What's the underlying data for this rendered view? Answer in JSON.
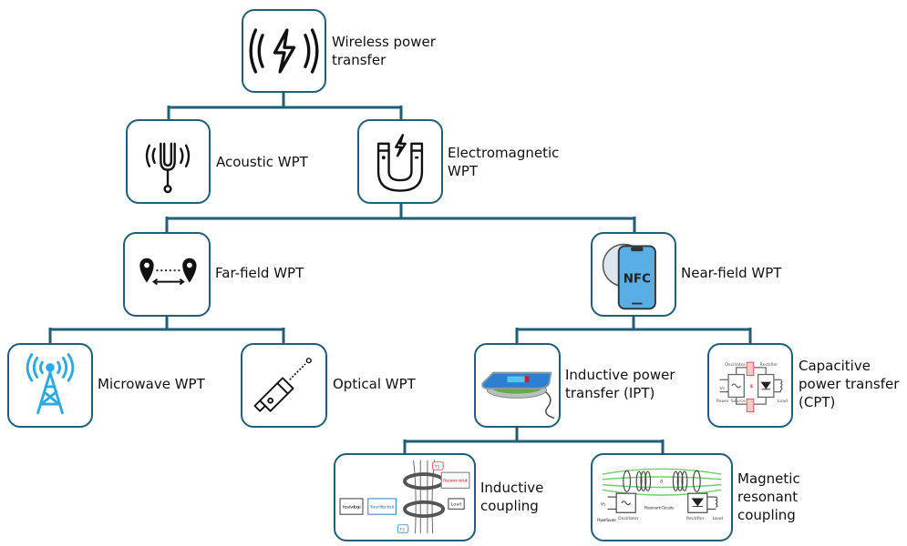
{
  "diagram": {
    "title": "Wireless power transfer taxonomy",
    "line_color": "#1f5f7a",
    "nodes": {
      "wpt": {
        "label": "Wireless power\ntransfer",
        "icon": "wireless-power-icon"
      },
      "acoustic": {
        "label": "Acoustic WPT",
        "icon": "tuning-fork-icon"
      },
      "electromagnetic": {
        "label": "Electromagnetic\nWPT",
        "icon": "magnet-icon"
      },
      "farfield": {
        "label": "Far-field WPT",
        "icon": "location-pins-distance-icon"
      },
      "nearfield": {
        "label": "Near-field WPT",
        "icon": "nfc-phone-icon",
        "icon_text": "NFC"
      },
      "microwave": {
        "label": "Microwave WPT",
        "icon": "antenna-tower-icon"
      },
      "optical": {
        "label": "Optical WPT",
        "icon": "laser-pointer-icon"
      },
      "ipt": {
        "label": "Inductive power\ntransfer (IPT)",
        "icon": "wireless-charging-pad-icon"
      },
      "cpt": {
        "label": "Capacitive\npower transfer\n(CPT)",
        "icon": "capacitive-circuit-icon",
        "icon_labels": {
          "oscillator": "Oscillator",
          "rectifier": "Rectifier",
          "vs": "Vs",
          "source": "Power\nSource",
          "load": "Load",
          "c": "C",
          "e": "E"
        }
      },
      "inductive_coupling": {
        "label": "Inductive\ncoupling",
        "icon": "inductive-coupling-circuit-icon",
        "icon_labels": {
          "input": "Input voltage",
          "transmitter": "Transmitter circuit",
          "receiver": "Receiver circuit",
          "load": "Load",
          "t1": "T1",
          "t2": "T2"
        }
      },
      "magnetic_resonant": {
        "label": "Magnetic\nresonant\ncoupling",
        "icon": "resonant-coupling-circuit-icon",
        "icon_labels": {
          "vs": "Vs",
          "source": "Power Source",
          "oscillator": "Oscillator",
          "resonant": "Resonant Circuits",
          "rectifier": "Rectifier",
          "load": "Load",
          "b": "B"
        }
      }
    },
    "edges": [
      [
        "wpt",
        "acoustic"
      ],
      [
        "wpt",
        "electromagnetic"
      ],
      [
        "electromagnetic",
        "farfield"
      ],
      [
        "electromagnetic",
        "nearfield"
      ],
      [
        "farfield",
        "microwave"
      ],
      [
        "farfield",
        "optical"
      ],
      [
        "nearfield",
        "ipt"
      ],
      [
        "nearfield",
        "cpt"
      ],
      [
        "ipt",
        "inductive_coupling"
      ],
      [
        "ipt",
        "magnetic_resonant"
      ]
    ]
  }
}
